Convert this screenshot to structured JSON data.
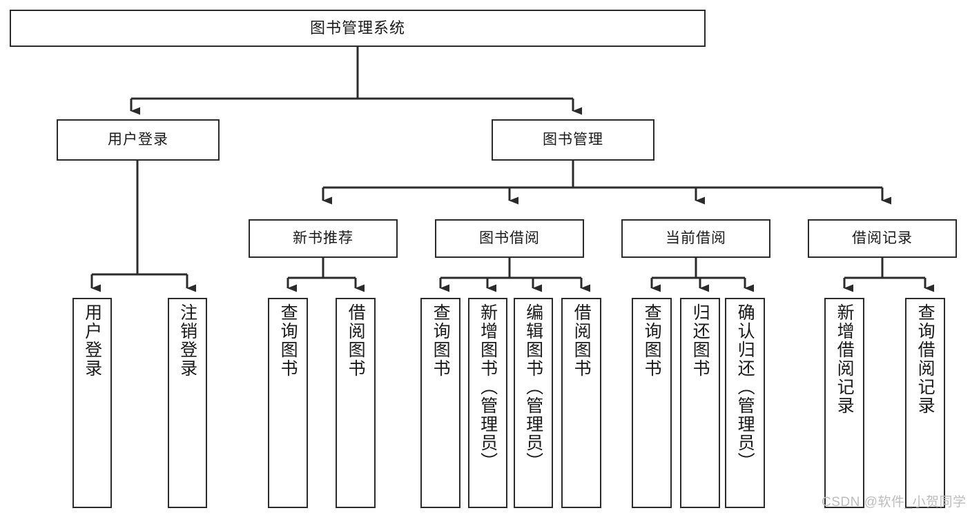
{
  "diagram": {
    "type": "tree-hierarchy-chart",
    "title_node": "图书管理系统",
    "watermark": "CSDN @软件_小贺同学",
    "colors": {
      "box_border": "#2b2b2b",
      "box_fill": "#ffffff",
      "connector": "#2b2b2b",
      "text": "#1a1a1a",
      "watermark": "#bdbdbd"
    },
    "levels": {
      "level1": [
        {
          "id": "root",
          "label": "图书管理系统"
        }
      ],
      "level2": [
        {
          "id": "user-login",
          "label": "用户登录"
        },
        {
          "id": "book-management",
          "label": "图书管理"
        }
      ],
      "level3": [
        {
          "id": "new-book-recommend",
          "label": "新书推荐"
        },
        {
          "id": "book-borrow",
          "label": "图书借阅"
        },
        {
          "id": "current-borrow",
          "label": "当前借阅"
        },
        {
          "id": "borrow-record",
          "label": "借阅记录"
        }
      ],
      "level4": [
        {
          "id": "leaf-user-login",
          "label": "用户登录",
          "parent": "user-login"
        },
        {
          "id": "leaf-logout-login",
          "label": "注销登录",
          "parent": "user-login"
        },
        {
          "id": "leaf-query-book-1",
          "label": "查询图书",
          "parent": "new-book-recommend"
        },
        {
          "id": "leaf-borrow-book-1",
          "label": "借阅图书",
          "parent": "new-book-recommend"
        },
        {
          "id": "leaf-query-book-2",
          "label": "查询图书",
          "parent": "book-borrow"
        },
        {
          "id": "leaf-add-book",
          "label": "新增图书（管理员）",
          "parent": "book-borrow"
        },
        {
          "id": "leaf-edit-book",
          "label": "编辑图书（管理员）",
          "parent": "book-borrow"
        },
        {
          "id": "leaf-borrow-book-2",
          "label": "借阅图书",
          "parent": "book-borrow"
        },
        {
          "id": "leaf-query-book-3",
          "label": "查询图书",
          "parent": "current-borrow"
        },
        {
          "id": "leaf-return-book",
          "label": "归还图书",
          "parent": "current-borrow"
        },
        {
          "id": "leaf-confirm-return",
          "label": "确认归还（管理员）",
          "parent": "current-borrow"
        },
        {
          "id": "leaf-add-record",
          "label": "新增借阅记录",
          "parent": "borrow-record"
        },
        {
          "id": "leaf-query-record",
          "label": "查询借阅记录",
          "parent": "borrow-record"
        }
      ]
    }
  }
}
